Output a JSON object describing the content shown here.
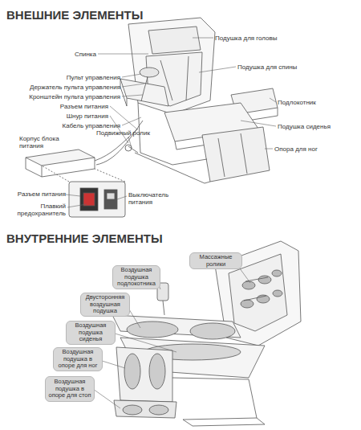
{
  "diagram": {
    "title": "ВНЕШНИЕ ЭЛЕМЕНТЫ",
    "nodes": [
      {
        "text": [
          "Массажные ролики"
        ]
      },
      {
        "text": [
          "Воздушная подушка подлокотника"
        ]
      },
      {
        "text": [
          "Двусторонняя воздушная подушка"
        ]
      },
      {
        "text": [
          "Воздушная подушка сиденья"
        ]
      },
      {
        "text": [
          "Воздушная подушка в опоре для ног"
        ]
      },
      {
        "text": [
          "Воздушная подушка в опоре для стоп"
        ]
      }
    ],
    "labels": [
      "Подушка для головы",
      "Спинка",
      "Подушка для спины",
      "Пульт управления",
      "Держатель пульта управления",
      "Кронштейн пульта управления",
      "Разъем питания",
      "Подлокотник",
      "Шнур питания",
      "Кабель управления",
      "Подушка сиденья",
      "Корпус блока питания",
      "Подвижный ролик",
      "Опора для ног",
      "Разъем питания",
      "Плавкий предохранитель",
      "Выключатель питания",
      "ВНУТРЕННИЕ ЭЛЕМЕНТЫ"
    ]
  }
}
